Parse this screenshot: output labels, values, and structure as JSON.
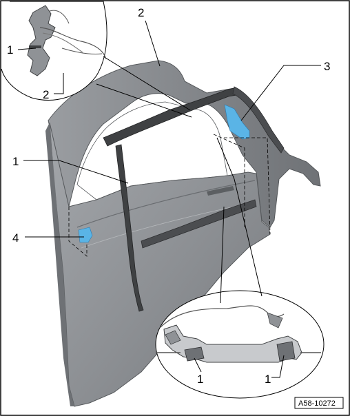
{
  "callouts": {
    "c1_top": "1",
    "c2_top": "2",
    "c2_upper": "2",
    "c3": "3",
    "c1_mid": "1",
    "c4": "4",
    "c1_bottom_left": "1",
    "c1_bottom_right": "1"
  },
  "figure_ref": "A58-10272",
  "colors": {
    "door_fill": "#8f9296",
    "door_dark": "#6e7175",
    "seal": "#3f4143",
    "highlight": "#5ab4e6",
    "frame": "#000000"
  }
}
